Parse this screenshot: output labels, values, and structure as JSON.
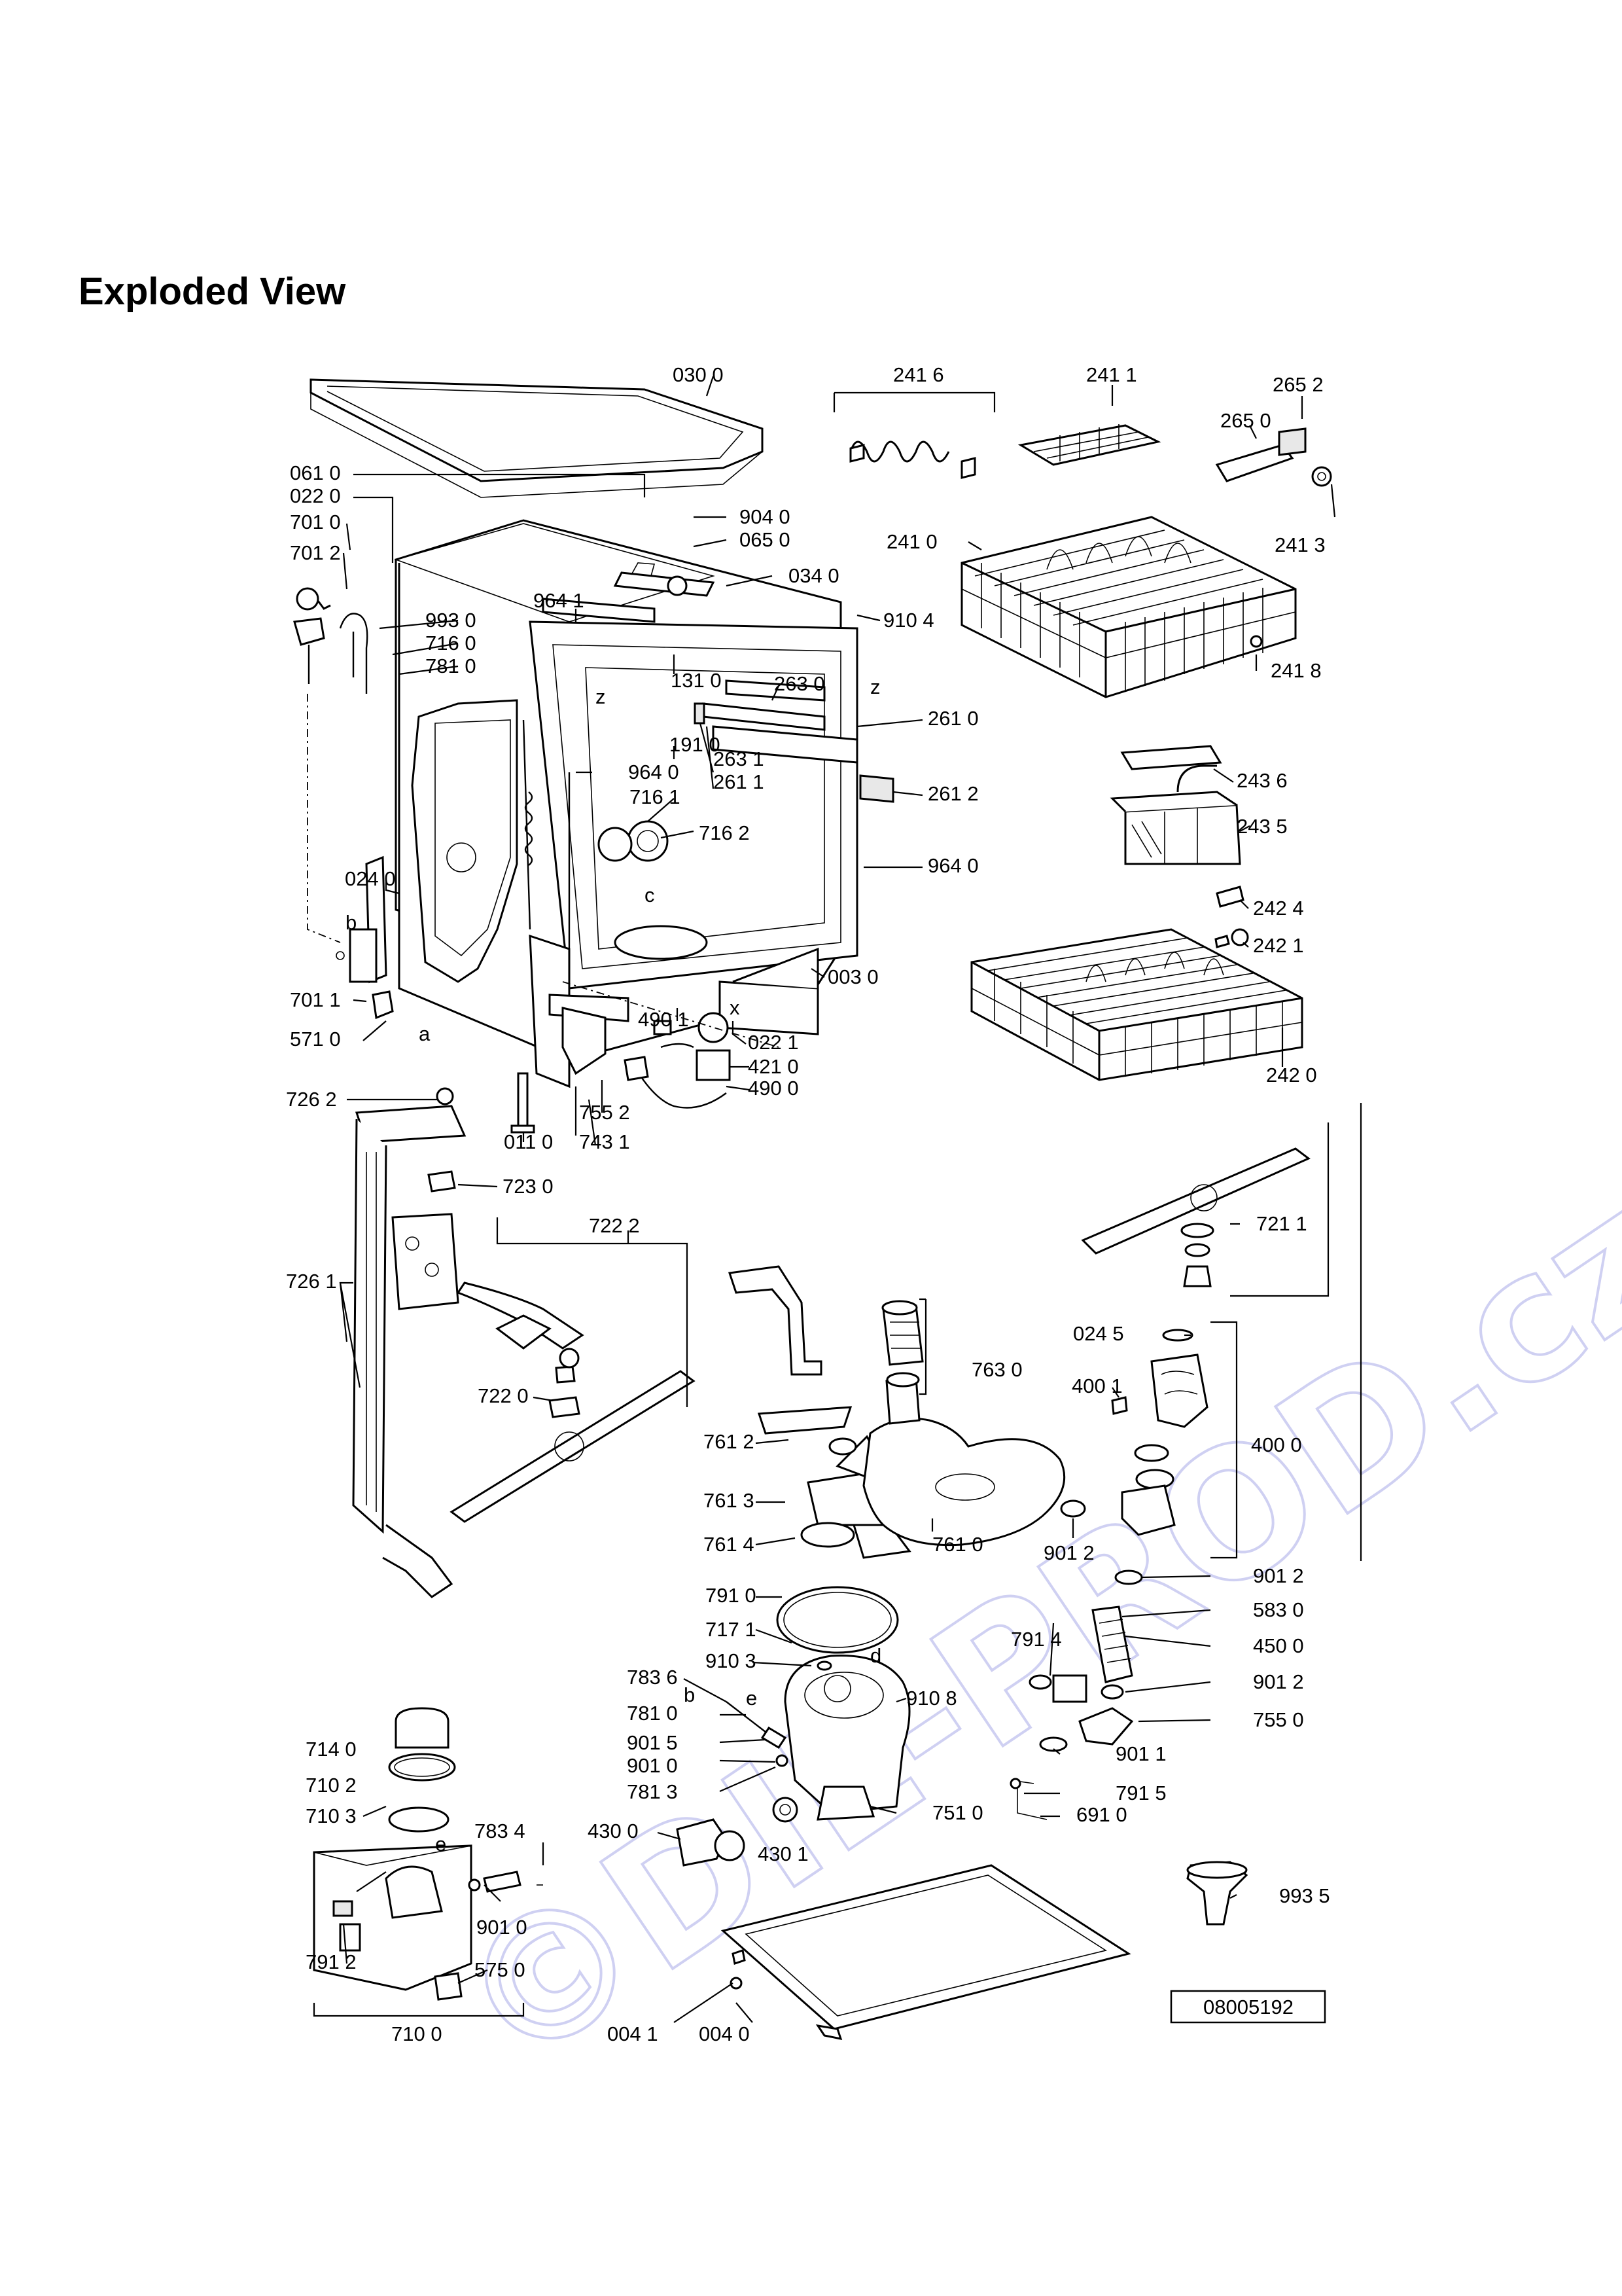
{
  "title": "Exploded View",
  "watermark": "©DIL-PROD.cz",
  "drawing_number": "08005192",
  "labels": {
    "l0300": "030 0",
    "l2416": "241 6",
    "l2411": "241 1",
    "l2652": "265 2",
    "l2650": "265 0",
    "l2413": "241 3",
    "l0610": "061 0",
    "l0220": "022 0",
    "l7010": "701 0",
    "l7012": "701 2",
    "l9040": "904 0",
    "l0650": "065 0",
    "l0340": "034 0",
    "l9641a": "964 1",
    "l9104": "910 4",
    "l2410": "241 0",
    "l9930": "993 0",
    "l7160": "716 0",
    "l7810": "781 0",
    "l1310": "131 0",
    "l2630": "263 0",
    "l2418": "241 8",
    "l2610": "261 0",
    "l1910": "191 0",
    "l2631": "263 1",
    "l9640a": "964 0",
    "l2611": "261 1",
    "l2436": "243 6",
    "l7161": "716 1",
    "l2612": "261 2",
    "l7162": "716 2",
    "l2435": "243 5",
    "l9640b": "964 0",
    "l0240": "024 0",
    "l2424": "242 4",
    "l2421": "242 1",
    "l0030": "003 0",
    "l7011": "701 1",
    "l4901": "490 1",
    "l0221": "022 1",
    "l5710": "571 0",
    "l4210": "421 0",
    "l4900": "490 0",
    "l2420": "242 0",
    "l7262": "726 2",
    "l7552": "755 2",
    "l0110": "011 0",
    "l7431": "743 1",
    "l7230": "723 0",
    "l7222": "722 2",
    "l7211": "721 1",
    "l7261": "726 1",
    "l7630": "763 0",
    "l0245": "024 5",
    "l4001": "400 1",
    "l7220": "722 0",
    "l7612": "761 2",
    "l4000": "400 0",
    "l7613": "761 3",
    "l7614": "761 4",
    "l7610": "761 0",
    "l9012a": "901 2",
    "l9012b": "901 2",
    "l7910": "791 0",
    "l5830": "583 0",
    "l7171": "717 1",
    "l7914": "791 4",
    "l4500": "450 0",
    "l9103": "910 3",
    "l7836": "783 6",
    "l9012c": "901 2",
    "l9108": "910 8",
    "l7811": "781 0",
    "l7550": "755 0",
    "l7140": "714 0",
    "l9015": "901 5",
    "l9011": "901 1",
    "l9010a": "901 0",
    "l7813": "781 3",
    "l7915": "791 5",
    "l7102": "710 2",
    "l7510": "751 0",
    "l6910": "691 0",
    "l7103": "710 3",
    "l7834": "783 4",
    "l4300": "430 0",
    "l4301": "430 1",
    "l9935": "993 5",
    "l9010b": "901 0",
    "l7912": "791 2",
    "l5750": "575 0",
    "l0041": "004 1",
    "l0040": "004 0",
    "l7100": "710 0"
  },
  "letters": {
    "a": "a",
    "b": "b",
    "c": "c",
    "d": "d",
    "e": "e",
    "x": "x",
    "z": "z"
  }
}
